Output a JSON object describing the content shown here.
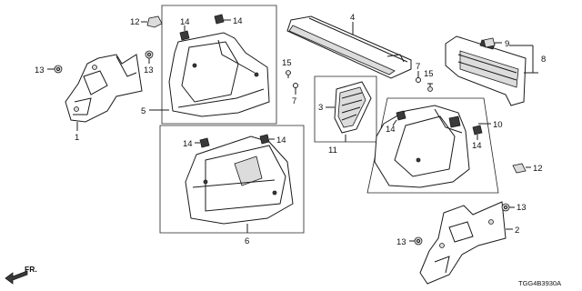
{
  "callouts": {
    "c1": "1",
    "c2": "2",
    "c3": "3",
    "c4": "4",
    "c5": "5",
    "c6": "6",
    "c7a": "7",
    "c7b": "7",
    "c8": "8",
    "c9": "9",
    "c10": "10",
    "c11": "11",
    "c12a": "12",
    "c12b": "12",
    "c13a": "13",
    "c13b": "13",
    "c13c": "13",
    "c13d": "13",
    "c14a": "14",
    "c14b": "14",
    "c14c": "14",
    "c14d": "14",
    "c14e": "14",
    "c14f": "14",
    "c15a": "15",
    "c15b": "15"
  },
  "orientation": {
    "label": "FR."
  },
  "diagram_code": "TGG4B3930A",
  "colors": {
    "line": "#1a1a1a",
    "background": "#ffffff"
  }
}
